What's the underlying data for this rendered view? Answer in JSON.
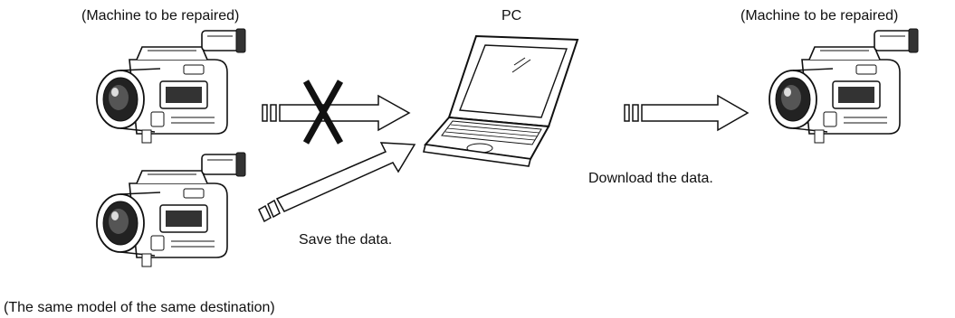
{
  "labels": {
    "source_machine": "(Machine to be repaired)",
    "pc": "PC",
    "target_machine": "(Machine to be repaired)",
    "save": "Save the data.",
    "download": "Download the data.",
    "same_model": "(The same model of the same destination)"
  },
  "icons": {
    "source_camcorder": "camcorder-icon",
    "donor_camcorder": "camcorder-icon",
    "target_camcorder": "camcorder-icon",
    "pc": "laptop-icon",
    "blocked_mark": "x-mark-icon"
  }
}
